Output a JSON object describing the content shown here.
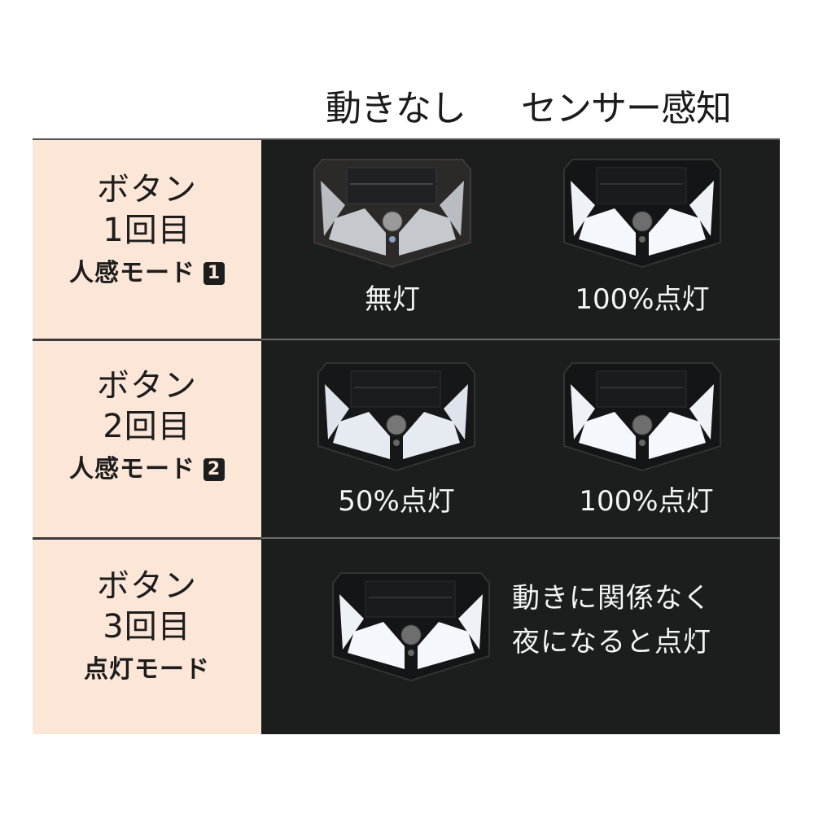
{
  "columns": {
    "no_motion": "動きなし",
    "sensor_detect": "センサー感知"
  },
  "rows": [
    {
      "button_title": "ボタン",
      "button_count": "1回目",
      "mode_label": "人感モード",
      "mode_number": "1",
      "no_motion_state": "無灯",
      "no_motion_image": "solar-light-off-icon",
      "sensor_state": "100%点灯",
      "sensor_image": "solar-light-full-icon"
    },
    {
      "button_title": "ボタン",
      "button_count": "2回目",
      "mode_label": "人感モード",
      "mode_number": "2",
      "no_motion_state": "50%点灯",
      "no_motion_image": "solar-light-half-icon",
      "sensor_state": "100%点灯",
      "sensor_image": "solar-light-full-icon"
    },
    {
      "button_title": "ボタン",
      "button_count": "3回目",
      "mode_label": "点灯モード",
      "image": "solar-light-full-icon",
      "description_line1": "動きに関係なく",
      "description_line2": "夜になると点灯"
    }
  ],
  "colors": {
    "label_bg": "#fce6d8",
    "dark_bg": "#1c1d1d",
    "text_dark": "#1d1d1d",
    "text_light": "#f5f5f5",
    "led_off": "#c9ccd0",
    "led_on": "#f4f7fb"
  }
}
